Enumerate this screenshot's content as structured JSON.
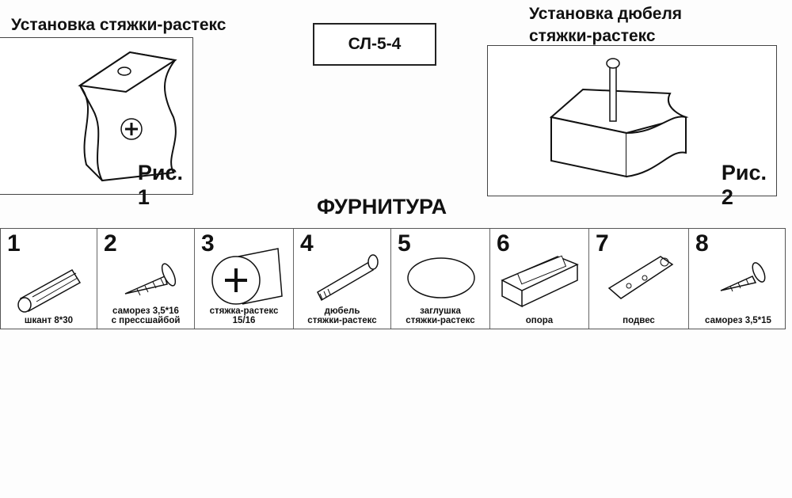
{
  "fig1": {
    "title": "Установка стяжки-растекс",
    "caption": "Рис. 1"
  },
  "model": "СЛ-5-4",
  "fig2": {
    "title_line1": "Установка дюбеля",
    "title_line2": "стяжки-растекс",
    "caption": "Рис. 2"
  },
  "section_title": "ФУРНИТУРА",
  "items": [
    {
      "num": "1",
      "label_line1": "шкант 8*30",
      "label_line2": ""
    },
    {
      "num": "2",
      "label_line1": "саморез 3,5*16",
      "label_line2": "с прессшайбой"
    },
    {
      "num": "3",
      "label_line1": "стяжка-растекс",
      "label_line2": "15/16"
    },
    {
      "num": "4",
      "label_line1": "дюбель",
      "label_line2": "стяжки-растекс"
    },
    {
      "num": "5",
      "label_line1": "заглушка",
      "label_line2": "стяжки-растекс"
    },
    {
      "num": "6",
      "label_line1": "опора",
      "label_line2": ""
    },
    {
      "num": "7",
      "label_line1": "подвес",
      "label_line2": ""
    },
    {
      "num": "8",
      "label_line1": "саморез 3,5*15",
      "label_line2": ""
    }
  ]
}
